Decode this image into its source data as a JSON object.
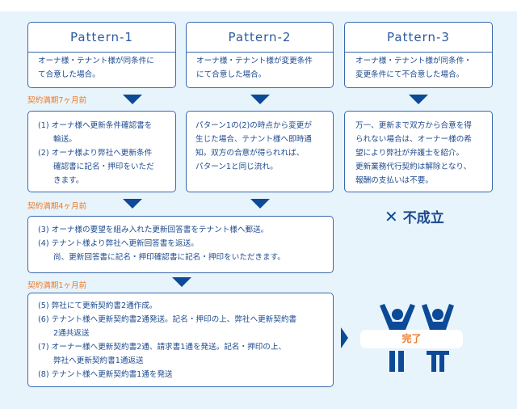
{
  "patterns": [
    {
      "title": "Pattern-1",
      "condition": [
        "オーナ様・テナント様が同条件に",
        "て合意した場合。"
      ]
    },
    {
      "title": "Pattern-2",
      "condition": [
        "オーナ様・テナント様が変更条件",
        "にて合意した場合。"
      ]
    },
    {
      "title": "Pattern-3",
      "condition": [
        "オーナ様・テナント様が同条件・",
        "変更条件にて不合意した場合。"
      ]
    }
  ],
  "timeline": {
    "m7": "契約満期7ヶ月前",
    "m4": "契約満期4ヶ月前",
    "m1": "契約満期1ヶ月前"
  },
  "step1": [
    {
      "text": "(1) オーナ様へ更新条件確認書を",
      "indent": false
    },
    {
      "text": "輸送。",
      "indent": true
    },
    {
      "text": "(2) オーナ様より弊社へ更新条件",
      "indent": false
    },
    {
      "text": "確認書に記名・押印をいただ",
      "indent": true
    },
    {
      "text": "きます。",
      "indent": true
    }
  ],
  "step2": [
    "パターン1の(2)の時点から変更が",
    "生じた場合、テナント様へ即時通",
    "知。双方の合意が得られれば、",
    "パターン1と同じ流れ。"
  ],
  "step3": [
    "万一、更新まで双方から合意を得",
    "られない場合は、オーナー様の希",
    "望により弊社が弁護士を紹介。",
    "更新業務代行契約は解除となり、",
    "報酬の支払いは不要。"
  ],
  "step4": [
    {
      "text": "(3) オーナ様の要望を組み入れた更新回答書をテナント様へ郵送。",
      "indent": false
    },
    {
      "text": "(4) テナント様より弊社へ更新回答書を返送。",
      "indent": false
    },
    {
      "text": "尚、更新回答書に記名・押印確認書に記名・押印をいただきます。",
      "indent": true
    }
  ],
  "step5": [
    {
      "text": "(5) 弊社にて更新契約書2通作成。",
      "indent": false
    },
    {
      "text": "(6) テナント様へ更新契約書2通発送。記名・押印の上、弊社へ更新契約書",
      "indent": false
    },
    {
      "text": "2通共返送",
      "indent": true
    },
    {
      "text": "(7) オーナー様へ更新契約書2通、請求書1通を発送。記名・押印の上、",
      "indent": false
    },
    {
      "text": "弊社へ更新契約書1通返送",
      "indent": true
    },
    {
      "text": "(8) テナント様へ更新契約書1通を発送",
      "indent": false
    }
  ],
  "fail": {
    "icon": "cross-icon",
    "mark": "✕",
    "label": "不成立"
  },
  "complete": {
    "label": "完了",
    "icon": "people-cheering-icon"
  },
  "colors": {
    "accent": "#0c4a97",
    "orange": "#f07a2a",
    "background": "#e8f4fb"
  }
}
